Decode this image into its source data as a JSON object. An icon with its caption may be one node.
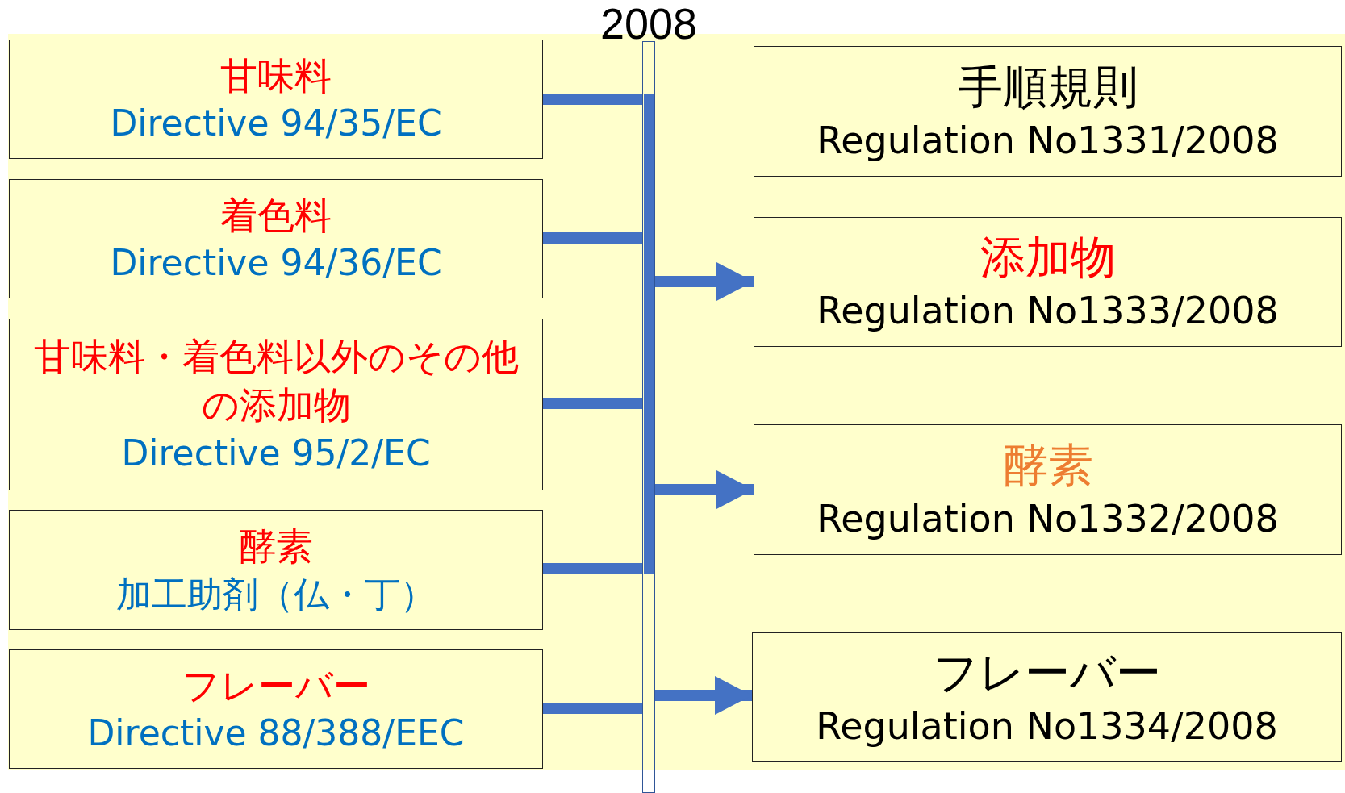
{
  "diagram": {
    "nodes": [
      {
        "text": [
          "甘味料",
          "Directive 94/35/EC"
        ]
      },
      {
        "text": [
          "着色料",
          "Directive 94/36/EC"
        ]
      },
      {
        "text": [
          "甘味料・着色料以外のその他の添加物",
          "Directive 95/2/EC"
        ]
      },
      {
        "text": [
          "酵素",
          "加工助剤（仏・丁）"
        ]
      },
      {
        "text": [
          "フレーバー",
          "Directive 88/388/EEC"
        ]
      },
      {
        "text": [
          "手順規則",
          "Regulation No1331/2008"
        ]
      },
      {
        "text": [
          "添加物",
          "Regulation No1333/2008"
        ]
      },
      {
        "text": [
          "酵素",
          "Regulation No1332/2008"
        ]
      },
      {
        "text": [
          "フレーバー",
          "Regulation No1334/2008"
        ]
      },
      {
        "text": [
          "2008"
        ]
      }
    ],
    "edges": [
      {
        "from": 0,
        "to": 9,
        "arrow": "none"
      },
      {
        "from": 1,
        "to": 9,
        "arrow": "none"
      },
      {
        "from": 2,
        "to": 9,
        "arrow": "none"
      },
      {
        "from": 3,
        "to": 9,
        "arrow": "none"
      },
      {
        "from": 4,
        "to": 9,
        "arrow": "none"
      },
      {
        "from": 9,
        "to": 6,
        "arrow": "to"
      },
      {
        "from": 9,
        "to": 7,
        "arrow": "to"
      },
      {
        "from": 9,
        "to": 8,
        "arrow": "to"
      }
    ]
  }
}
